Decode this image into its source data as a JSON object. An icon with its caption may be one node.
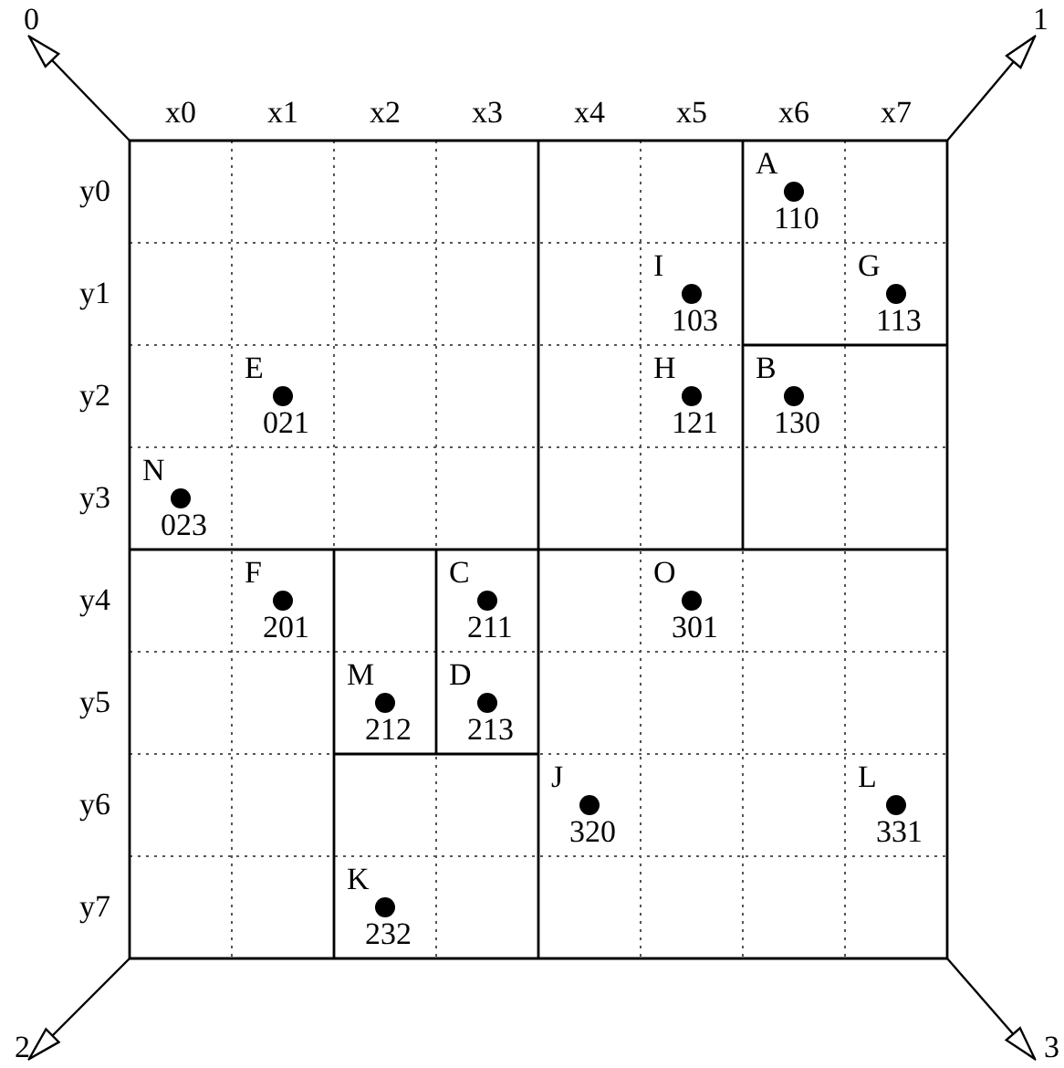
{
  "diagram": {
    "nodes": [
      {
        "text": [],
        "shape": "circle",
        "beside": [
          "A",
          "110"
        ]
      },
      {
        "text": [],
        "shape": "circle",
        "beside": [
          "I",
          "103"
        ]
      },
      {
        "text": [],
        "shape": "circle",
        "beside": [
          "G",
          "113"
        ]
      },
      {
        "text": [],
        "shape": "circle",
        "beside": [
          "E",
          "021"
        ]
      },
      {
        "text": [],
        "shape": "circle",
        "beside": [
          "H",
          "121"
        ]
      },
      {
        "text": [],
        "shape": "circle",
        "beside": [
          "B",
          "130"
        ]
      },
      {
        "text": [],
        "shape": "circle",
        "beside": [
          "N",
          "023"
        ]
      },
      {
        "text": [],
        "shape": "circle",
        "beside": [
          "F",
          "201"
        ]
      },
      {
        "text": [],
        "shape": "circle",
        "beside": [
          "C",
          "211"
        ]
      },
      {
        "text": [],
        "shape": "circle",
        "beside": [
          "O",
          "301"
        ]
      },
      {
        "text": [],
        "shape": "circle",
        "beside": [
          "M",
          "212"
        ]
      },
      {
        "text": [],
        "shape": "circle",
        "beside": [
          "D",
          "213"
        ]
      },
      {
        "text": [],
        "shape": "circle",
        "beside": [
          "J",
          "320"
        ]
      },
      {
        "text": [],
        "shape": "circle",
        "beside": [
          "L",
          "331"
        ]
      },
      {
        "text": [],
        "shape": "circle",
        "beside": [
          "K",
          "232"
        ]
      }
    ],
    "edges": [],
    "labels": [
      "0",
      "1",
      "x0",
      "x1",
      "x2",
      "x3",
      "x4",
      "x5",
      "x6",
      "x7",
      "y0",
      "y1",
      "y2",
      "y3",
      "y4",
      "y5",
      "y6",
      "y7",
      "2",
      "3"
    ]
  }
}
